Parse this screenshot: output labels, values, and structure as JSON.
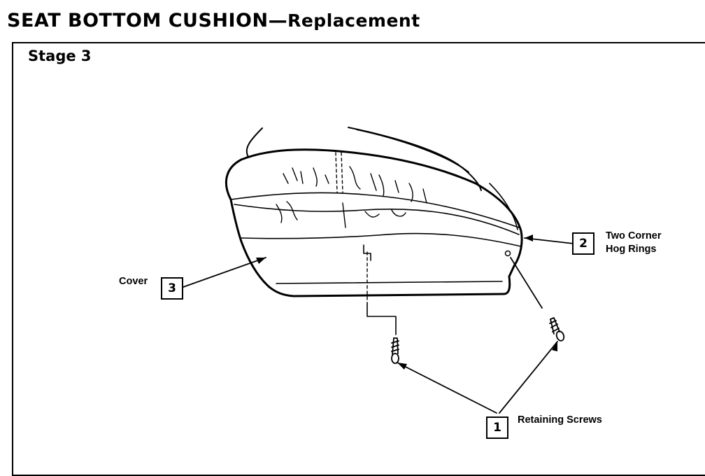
{
  "header": {
    "title_main": "SEAT BOTTOM CUSHION",
    "title_dash": "—",
    "title_sub": "Replacement"
  },
  "stage": "Stage 3",
  "callouts": [
    {
      "number": "1",
      "label": "Retaining Screws"
    },
    {
      "number": "2",
      "label_line1": "Two Corner",
      "label_line2": "Hog Rings"
    },
    {
      "number": "3",
      "label": "Cover"
    }
  ]
}
